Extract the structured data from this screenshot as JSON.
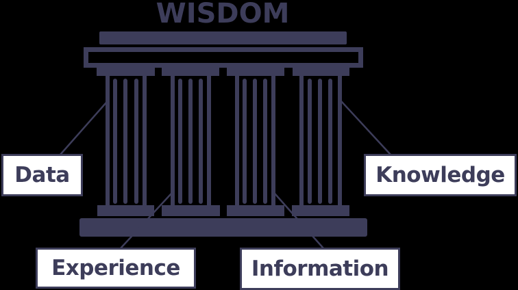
{
  "diagram": {
    "title": "WISDOM",
    "type": "temple-pillars",
    "colors": {
      "background": "#000000",
      "structure": "#3d3d5a",
      "label_fill": "#ffffff",
      "label_text": "#3d3d5a"
    },
    "pillars": [
      {
        "label": "Data",
        "connects_to": "pillar-1"
      },
      {
        "label": "Experience",
        "connects_to": "pillar-2"
      },
      {
        "label": "Information",
        "connects_to": "pillar-3"
      },
      {
        "label": "Knowledge",
        "connects_to": "pillar-4"
      }
    ]
  }
}
